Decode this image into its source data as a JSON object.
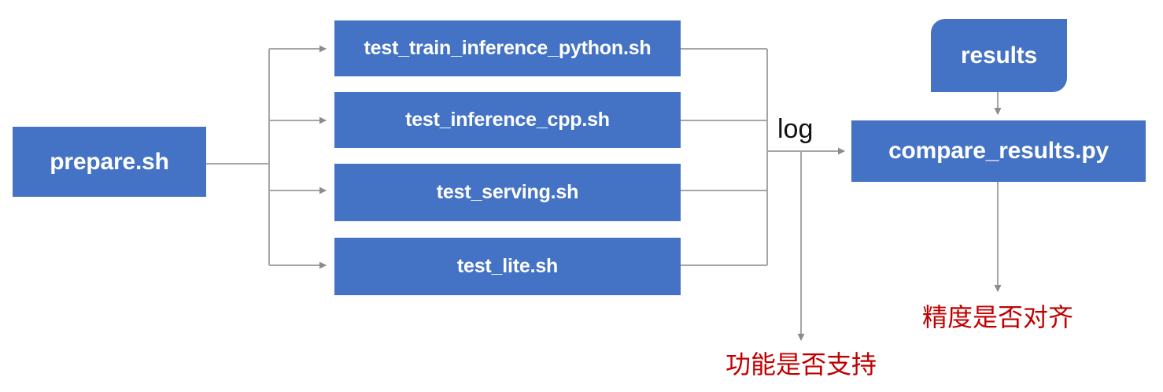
{
  "diagram": {
    "title": "PaddlePaddle TIPC test pipeline flowchart",
    "colors": {
      "node_fill": "#4472C4",
      "node_text": "#FFFFFF",
      "wire": "#A6A6A6",
      "annotation_red": "#C00000",
      "label_black": "#111111",
      "background": "#FFFFFF"
    },
    "nodes": {
      "entry": {
        "label": "prepare.sh",
        "shape": "rectangle"
      },
      "tests": [
        {
          "label": "test_train_inference_python.sh",
          "shape": "rectangle"
        },
        {
          "label": "test_inference_cpp.sh",
          "shape": "rectangle"
        },
        {
          "label": "test_serving.sh",
          "shape": "rectangle"
        },
        {
          "label": "test_lite.sh",
          "shape": "rectangle"
        }
      ],
      "results": {
        "label": "results",
        "shape": "rounded-rectangle"
      },
      "compare": {
        "label": "compare_results.py",
        "shape": "rectangle"
      }
    },
    "edge_labels": {
      "log": "log"
    },
    "annotations": {
      "function_supported": "功能是否支持",
      "accuracy_aligned": "精度是否对齐"
    }
  }
}
